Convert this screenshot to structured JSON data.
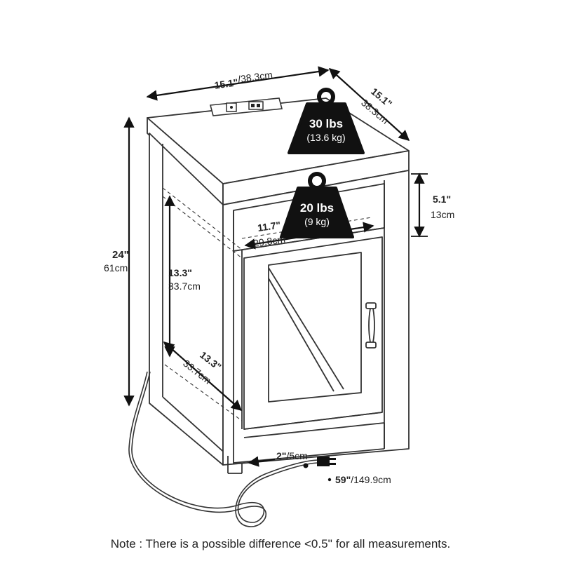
{
  "dimensions": {
    "top_width": {
      "imperial": "15.1\"",
      "metric": "/38.3cm"
    },
    "top_depth": {
      "imperial": "15.1\"",
      "metric": "38.3cm"
    },
    "height": {
      "imperial": "24\"",
      "metric": "61cm"
    },
    "drawer_gap": {
      "imperial": "5.1\"",
      "metric": "13cm"
    },
    "shelf_width": {
      "imperial": "11.7\"",
      "metric": "29.8cm"
    },
    "inner_height": {
      "imperial": "13.3\"",
      "metric": "33.7cm"
    },
    "inner_depth": {
      "imperial": "13.3\"",
      "metric": "33.7cm"
    },
    "leg_gap": {
      "imperial": "2\"",
      "metric": "/5cm"
    },
    "cord": {
      "imperial": "59\"",
      "metric": "/149.9cm"
    }
  },
  "weights": {
    "top": {
      "imperial": "30 lbs",
      "metric": "(13.6 kg)"
    },
    "shelf": {
      "imperial": "20 lbs",
      "metric": "(9 kg)"
    }
  },
  "note": "Note : There is a possible difference <0.5'' for all measurements."
}
